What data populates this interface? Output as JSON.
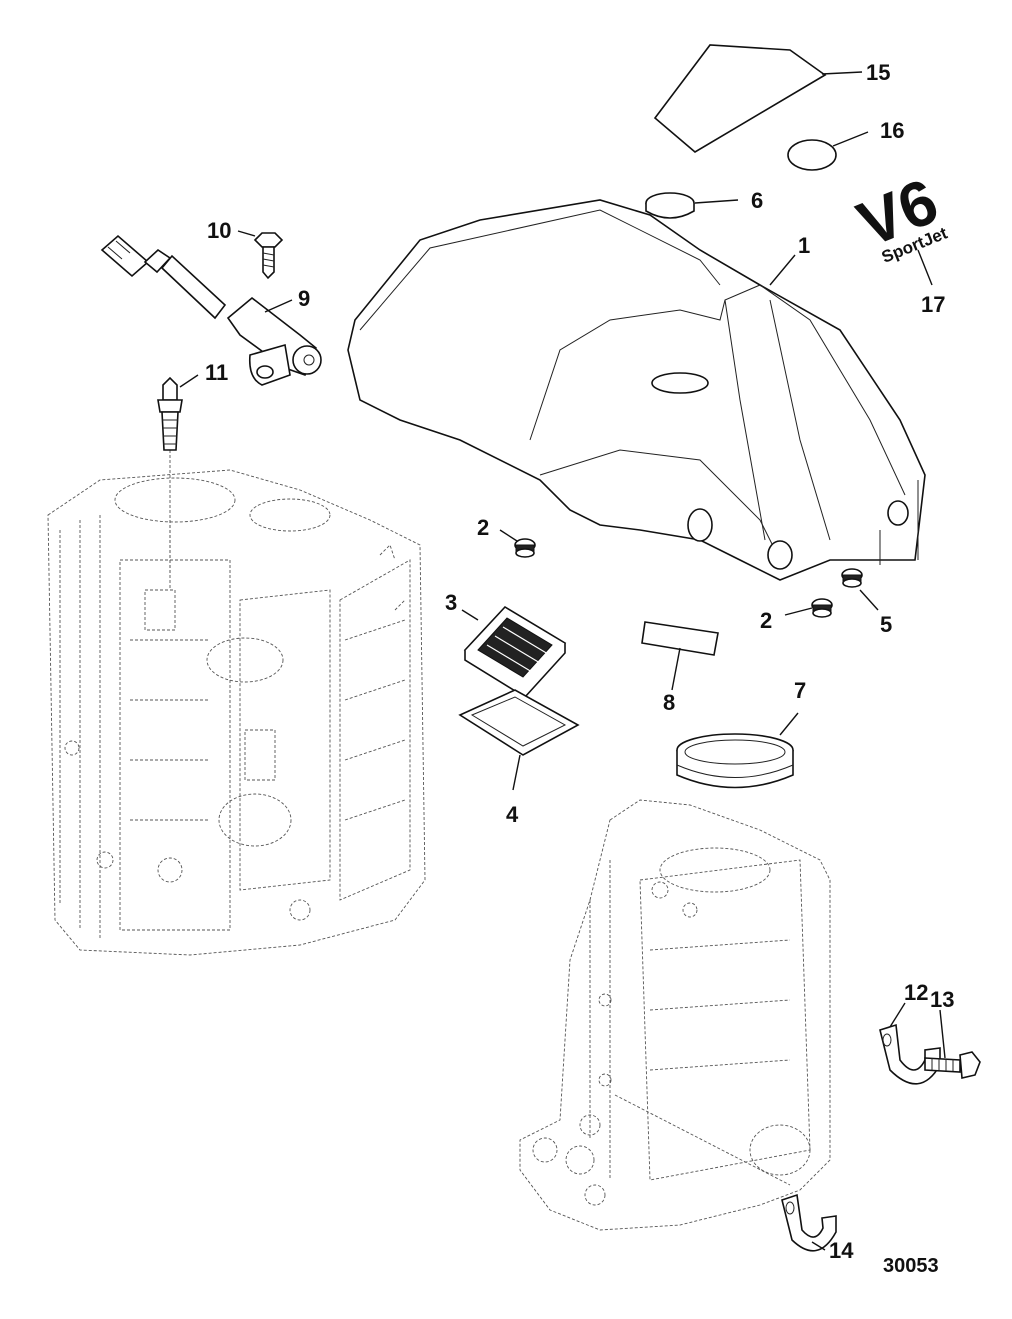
{
  "callouts": [
    {
      "id": "c1",
      "label": "1"
    },
    {
      "id": "c2a",
      "label": "2"
    },
    {
      "id": "c2b",
      "label": "2"
    },
    {
      "id": "c3",
      "label": "3"
    },
    {
      "id": "c4",
      "label": "4"
    },
    {
      "id": "c5",
      "label": "5"
    },
    {
      "id": "c6",
      "label": "6"
    },
    {
      "id": "c7",
      "label": "7"
    },
    {
      "id": "c8",
      "label": "8"
    },
    {
      "id": "c9",
      "label": "9"
    },
    {
      "id": "c10",
      "label": "10"
    },
    {
      "id": "c11",
      "label": "11"
    },
    {
      "id": "c12",
      "label": "12"
    },
    {
      "id": "c13",
      "label": "13"
    },
    {
      "id": "c14",
      "label": "14"
    },
    {
      "id": "c15",
      "label": "15"
    },
    {
      "id": "c16",
      "label": "16"
    },
    {
      "id": "c17",
      "label": "17"
    }
  ],
  "decal": {
    "model": "V6",
    "name": "SportJet"
  },
  "figure_number": "30053"
}
